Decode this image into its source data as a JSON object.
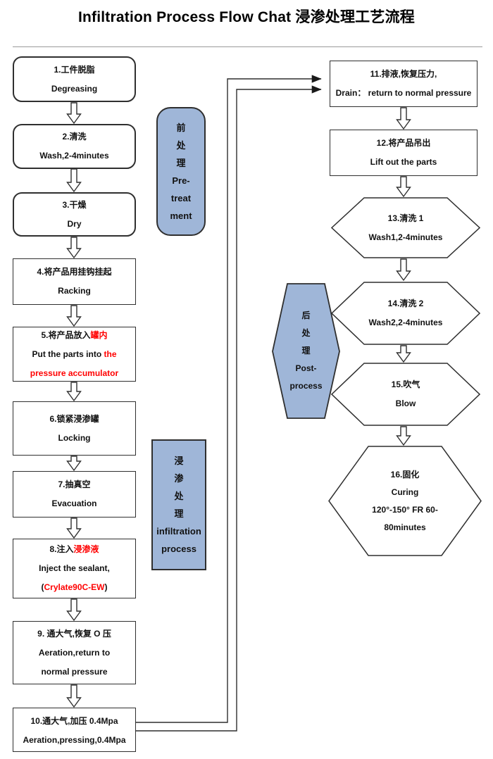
{
  "title": "Infiltration Process Flow Chat 浸渗处理工艺流程",
  "colors": {
    "accent_blue": "#9FB6D8",
    "red": "#FF0000",
    "outline": "#2f2f2f"
  },
  "nodes": {
    "n1": {
      "line1": "1.工件脱脂",
      "line2": "Degreasing"
    },
    "n2": {
      "line1": "2.清洗",
      "line2": "Wash,2-4minutes"
    },
    "n3": {
      "line1": "3.干燥",
      "line2": "Dry"
    },
    "n4": {
      "line1": "4.将产品用挂钩挂起",
      "line2": "Racking"
    },
    "n5": {
      "line1_black": "5.将产品放入",
      "line1_red": "罐内",
      "line2_black": "Put the parts into ",
      "line2_red": "the",
      "line3_red": "pressure accumulator"
    },
    "n6": {
      "line1": "6.锁紧浸渗罐",
      "line2": "Locking"
    },
    "n7": {
      "line1": "7.抽真空",
      "line2": "Evacuation"
    },
    "n8": {
      "line1_black": "8.注入",
      "line1_red": "浸渗液",
      "line2": "Inject the sealant,",
      "line3_open": "(",
      "line3_red": "Crylate90C-EW",
      "line3_close": ")"
    },
    "n9": {
      "line1": "9. 通大气,恢复 O 压",
      "line2": "Aeration,return to",
      "line3": "normal pressure"
    },
    "n10": {
      "line1": "10.通大气,加压 0.4Mpa",
      "line2": "Aeration,pressing,0.4Mpa"
    },
    "n11": {
      "line1": "11.排液,恢复压力,",
      "line2": "Drain： return to normal pressure"
    },
    "n12": {
      "line1": "12.将产品吊出",
      "line2": "Lift out the parts"
    },
    "n13": {
      "line1": "13.清洗 1",
      "line2": "Wash1,2-4minutes"
    },
    "n14": {
      "line1": "14.清洗 2",
      "line2": "Wash2,2-4minutes"
    },
    "n15": {
      "line1": "15.吹气",
      "line2": "Blow"
    },
    "n16": {
      "line1": "16.固化",
      "line2": "Curing",
      "line3": "120°-150° FR 60-",
      "line4": "80minutes"
    }
  },
  "labels": {
    "pretreatment": {
      "lines": [
        "前",
        "处",
        "理",
        "Pre-",
        "treat",
        "ment"
      ]
    },
    "infiltration": {
      "lines": [
        "浸",
        "渗",
        "处",
        "理",
        "infiltration",
        "process"
      ]
    },
    "postprocess": {
      "lines": [
        "后",
        "处",
        "理",
        "Post-",
        "process"
      ]
    }
  }
}
